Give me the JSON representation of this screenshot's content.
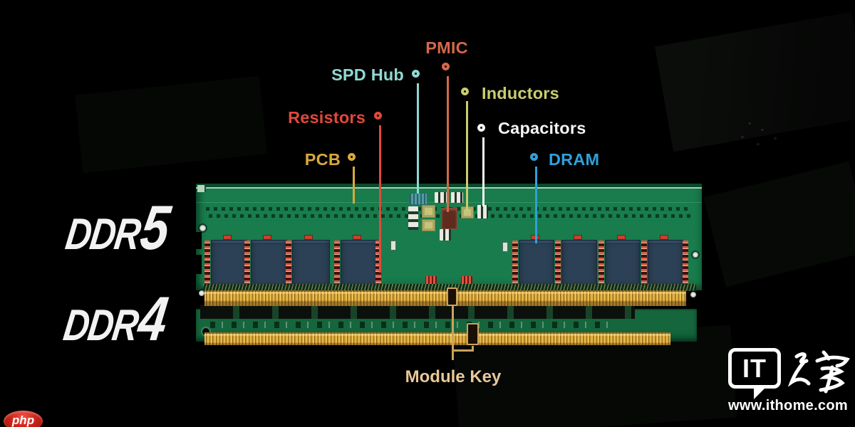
{
  "diagram": {
    "ddr5": {
      "prefix": "DDR",
      "digit": "5"
    },
    "ddr4": {
      "prefix": "DDR",
      "digit": "4"
    }
  },
  "callouts": {
    "pcb": {
      "label": "PCB",
      "color": "#d9a93c"
    },
    "resistors": {
      "label": "Resistors",
      "color": "#e0493c"
    },
    "spd_hub": {
      "label": "SPD Hub",
      "color": "#8fd9d3"
    },
    "pmic": {
      "label": "PMIC",
      "color": "#d4684b"
    },
    "inductors": {
      "label": "Inductors",
      "color": "#c9cd6e"
    },
    "capacitors": {
      "label": "Capacitors",
      "color": "#f5f5f5"
    },
    "dram": {
      "label": "DRAM",
      "color": "#2fa0da"
    },
    "module_key": {
      "label": "Module Key",
      "color": "#e9c897",
      "line_color": "#c9a35c"
    }
  },
  "branding": {
    "logo_abbr": "IT",
    "logo_cjk": "之家",
    "site_url": "www.ithome.com"
  },
  "watermark": {
    "label": "php"
  },
  "palette": {
    "background": "#000000",
    "pcb_green": "#187c4c",
    "pcb_green_dark": "#0a4a2c",
    "pcb_green_ddr4": "#15663d",
    "dram_chip": "#2c4156",
    "pin_gold": "#cf9a35",
    "notch_outline": "#caa35f",
    "resistor_red": "#c8402f",
    "pmic_brown": "#5e2b1e",
    "spd_teal": "#4f9da4",
    "inductor_yellow": "#c6c47c",
    "capacitor_white": "#e9e9e2",
    "watermark_red": "#cf2318",
    "text_white": "#f2f2f2"
  }
}
